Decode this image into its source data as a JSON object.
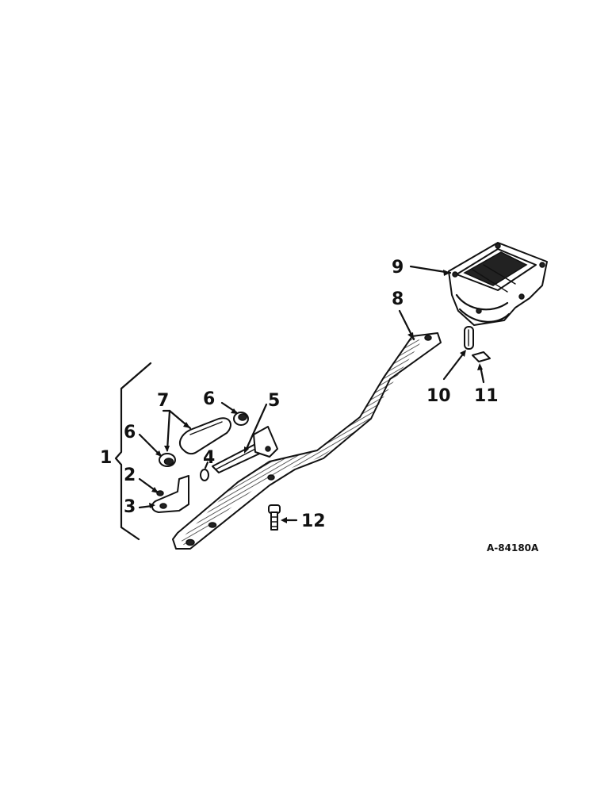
{
  "callouts": {
    "c1": "1",
    "c2": "2",
    "c3": "3",
    "c4": "4",
    "c5": "5",
    "c6a": "6",
    "c6b": "6",
    "c7": "7",
    "c8": "8",
    "c9": "9",
    "c10": "10",
    "c11": "11",
    "c12": "12"
  },
  "drawing_ref": "A-84180A"
}
